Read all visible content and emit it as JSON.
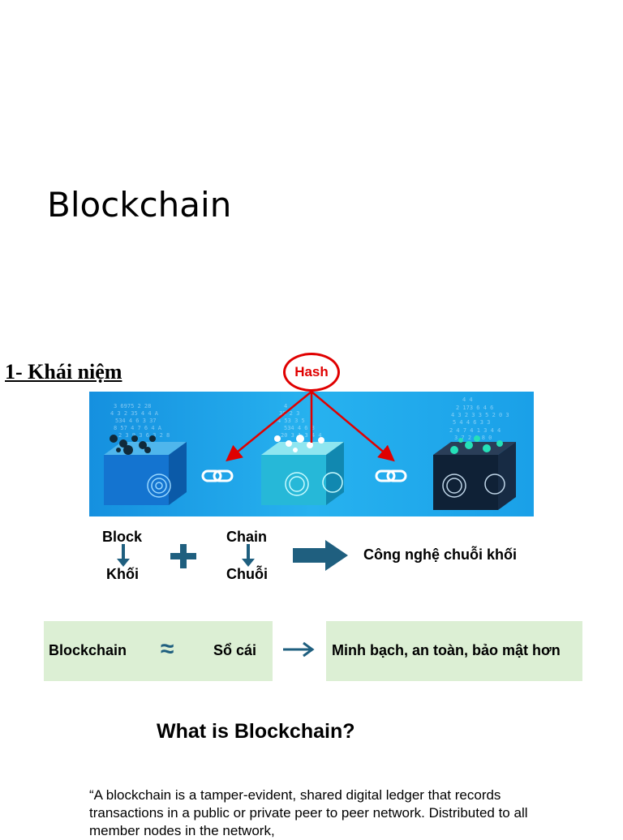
{
  "page": {
    "title": "Blockchain",
    "section_heading": "1- Khái niệm"
  },
  "diagram": {
    "hash_label": "Hash",
    "block_en": "Block",
    "block_vi": "Khối",
    "chain_en": "Chain",
    "chain_vi": "Chuỗi",
    "result": "Công nghệ chuỗi khối",
    "colors": {
      "banner_bg": "#1aa0e8",
      "arrow_blue": "#1f5f7f",
      "hash_red": "#e00000",
      "box_green": "#dcefd4"
    }
  },
  "equivalence": {
    "left": "Blockchain",
    "symbol": "≈",
    "ledger": "Sổ cái",
    "right": "Minh bạch, an toàn, bảo mật hơn"
  },
  "definition": {
    "heading": "What is Blockchain?",
    "quote": "“A blockchain is a tamper-evident, shared digital ledger that records transactions in a public or private peer to peer network. Distributed to all member nodes in the network,"
  }
}
